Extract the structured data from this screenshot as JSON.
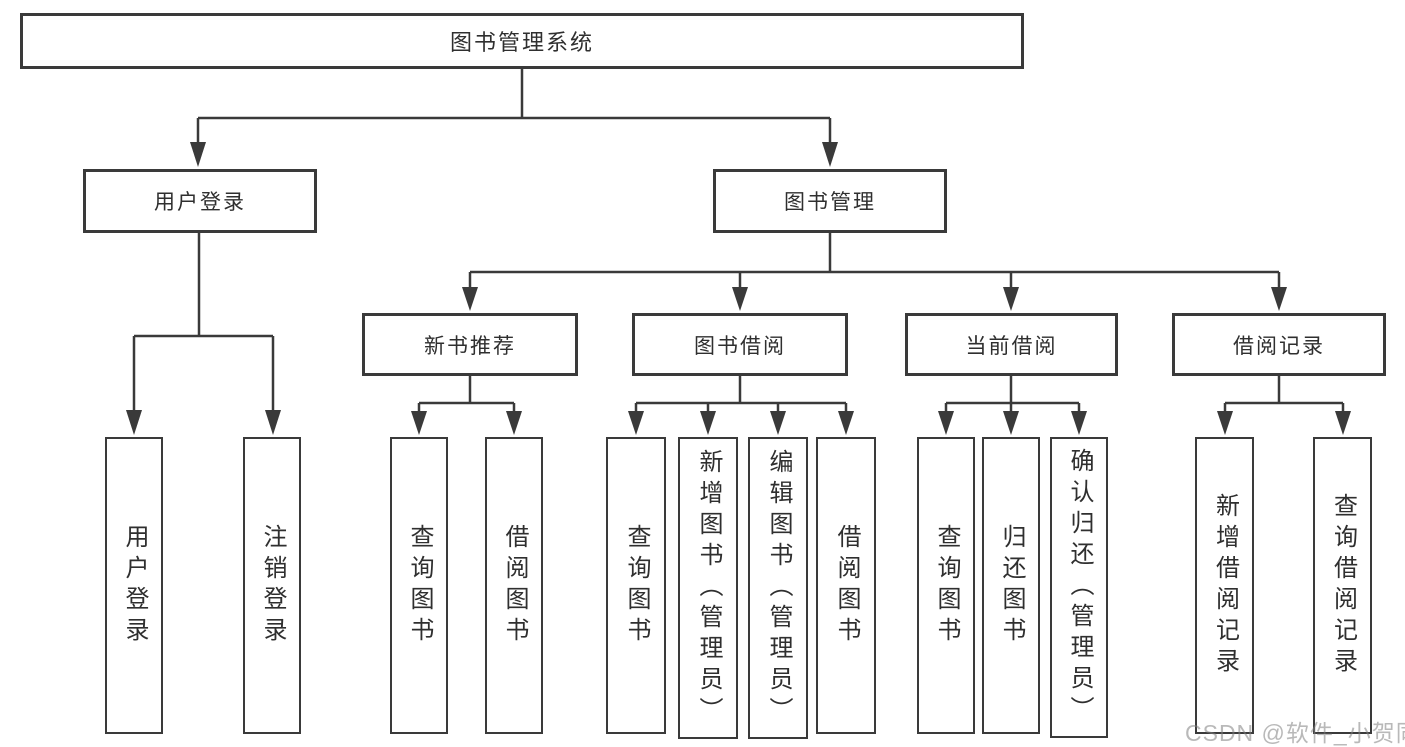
{
  "colors": {
    "background": "#ffffff",
    "box_border": "#3a3a3a",
    "connector_line": "#3a3a3a",
    "text": "#2f2f2f",
    "watermark": "#b0b0b0"
  },
  "tree": {
    "root": {
      "label": "图书管理系统"
    },
    "login": {
      "label": "用户登录",
      "children": [
        {
          "label": "用户登录"
        },
        {
          "label": "注销登录"
        }
      ]
    },
    "mgmt": {
      "label": "图书管理",
      "children": [
        {
          "label": "新书推荐",
          "children": [
            {
              "label": "查询图书"
            },
            {
              "label": "借阅图书"
            }
          ]
        },
        {
          "label": "图书借阅",
          "children": [
            {
              "label": "查询图书"
            },
            {
              "label": "新增图书（管理员）"
            },
            {
              "label": "编辑图书（管理员）"
            },
            {
              "label": "借阅图书"
            }
          ]
        },
        {
          "label": "当前借阅",
          "children": [
            {
              "label": "查询图书"
            },
            {
              "label": "归还图书"
            },
            {
              "label": "确认归还（管理员）"
            }
          ]
        },
        {
          "label": "借阅记录",
          "children": [
            {
              "label": "新增借阅记录"
            },
            {
              "label": "查询借阅记录"
            }
          ]
        }
      ]
    }
  },
  "watermark": "CSDN @软件_小贺同学"
}
